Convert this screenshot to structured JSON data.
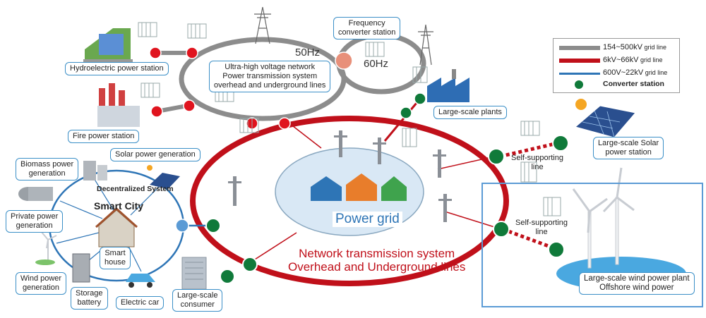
{
  "labels": {
    "hydro": "Hydroelectric power station",
    "fire": "Fire power station",
    "freq_line1": "Frequency",
    "freq_line2": "converter station",
    "uhv_line1": "Ultra-high voltage network",
    "uhv_line2": "Power transmission system",
    "uhv_line3": "overhead and underground lines",
    "hz50": "50Hz",
    "hz60": "60Hz",
    "large_plants": "Large-scale plants",
    "solar_station_line1": "Large-scale Solar",
    "solar_station_line2": "power station",
    "self_supporting_1_line1": "Self-supporting",
    "self_supporting_1_line2": "line",
    "self_supporting_2_line1": "Self-supporting",
    "self_supporting_2_line2": "line",
    "offshore_line1": "Large-scale wind power plant",
    "offshore_line2": "Offshore wind power",
    "power_grid": "Power grid",
    "network_line1": "Network transmission system",
    "network_line2": "Overhead and Underground lines",
    "biomass_line1": "Biomass power",
    "biomass_line2": "generation",
    "solar_gen": "Solar power generation",
    "decentralized": "Decentralized System",
    "smart_city": "Smart City",
    "private_line1": "Private power",
    "private_line2": "generation",
    "smart_house_line1": "Smart",
    "smart_house_line2": "house",
    "wind_line1": "Wind power",
    "wind_line2": "generation",
    "storage_line1": "Storage",
    "storage_line2": "battery",
    "electric_car": "Electric car",
    "consumer_line1": "Large-scale",
    "consumer_line2": "consumer"
  },
  "legend": [
    {
      "text": "154~500kV",
      "suffix": " grid line",
      "color": "#8c8c8c"
    },
    {
      "text": "6kV~66kV",
      "suffix": " grid line",
      "color": "#c0101a"
    },
    {
      "text": "600V~22kV",
      "suffix": " grid line",
      "color": "#2e75b6"
    },
    {
      "text": "Converter station",
      "suffix": "",
      "color": "#107a3a"
    }
  ],
  "colors": {
    "high_voltage": "#8c8c8c",
    "mid_voltage": "#c0101a",
    "low_voltage": "#2e75b6",
    "converter": "#107a3a",
    "node_red": "#e0141e",
    "freq_node": "#e8907a",
    "grid_fill": "#d9e8f5",
    "offshore_water": "#4aa8e0"
  },
  "icons": [
    "pylon-icon",
    "substation-icon",
    "factory-icon",
    "solar-panel-icon",
    "wind-turbine-icon",
    "house-icon",
    "battery-icon",
    "car-icon",
    "building-icon",
    "sun-icon",
    "dam-icon",
    "chimney-icon"
  ]
}
